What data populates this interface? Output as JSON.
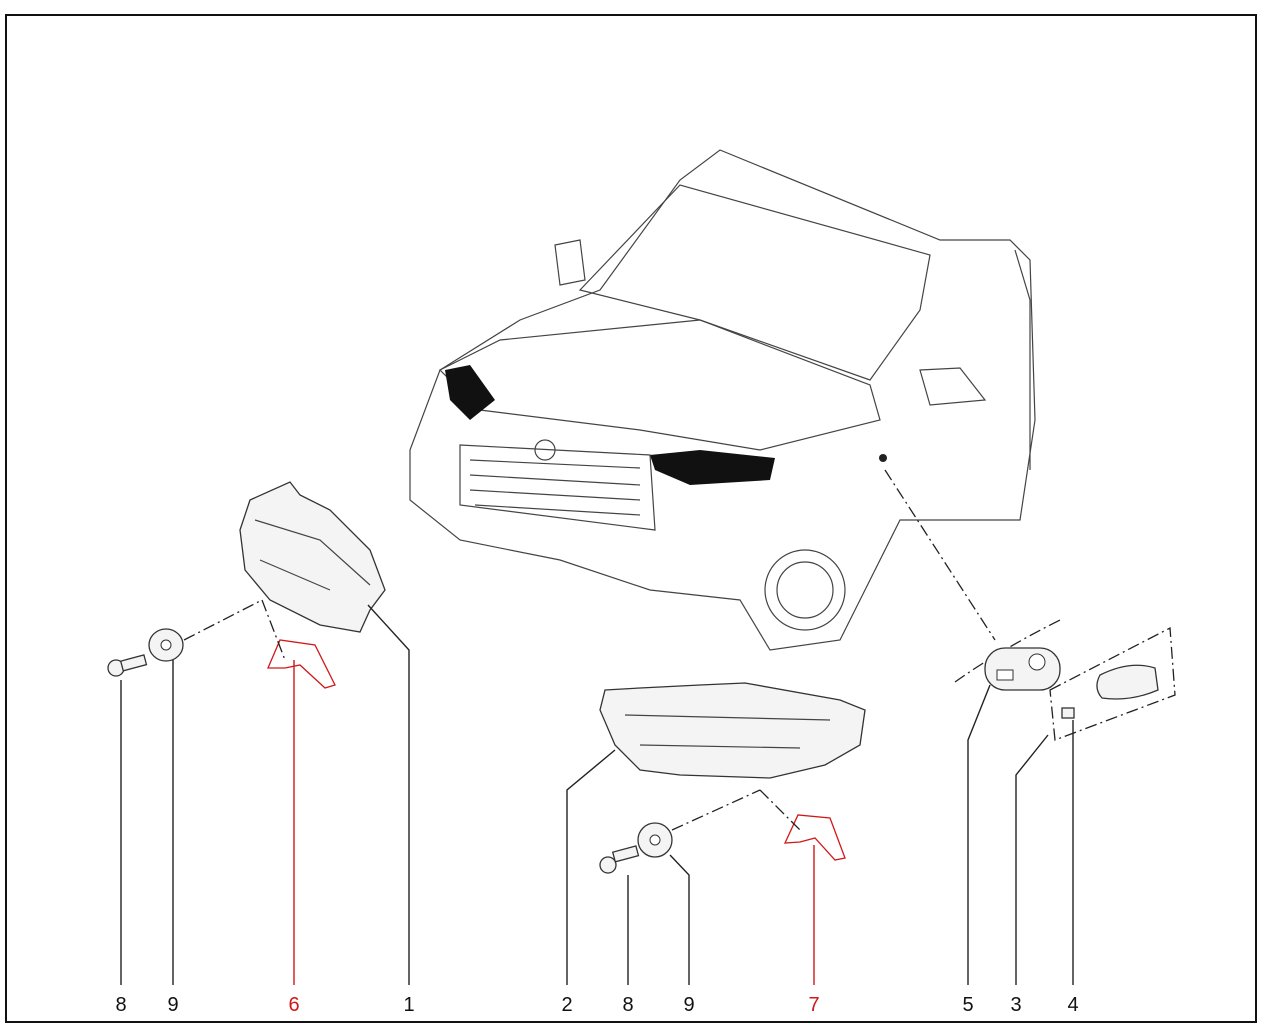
{
  "diagram": {
    "callouts": [
      {
        "id": "label-8-left",
        "text": "8",
        "highlight": false
      },
      {
        "id": "label-9-left",
        "text": "9",
        "highlight": false
      },
      {
        "id": "label-6",
        "text": "6",
        "highlight": true
      },
      {
        "id": "label-1",
        "text": "1",
        "highlight": false
      },
      {
        "id": "label-2",
        "text": "2",
        "highlight": false
      },
      {
        "id": "label-8-right",
        "text": "8",
        "highlight": false
      },
      {
        "id": "label-9-right",
        "text": "9",
        "highlight": false
      },
      {
        "id": "label-7",
        "text": "7",
        "highlight": true
      },
      {
        "id": "label-5",
        "text": "5",
        "highlight": false
      },
      {
        "id": "label-3",
        "text": "3",
        "highlight": false
      },
      {
        "id": "label-4",
        "text": "4",
        "highlight": false
      }
    ],
    "colors": {
      "highlight": "#d01818",
      "line": "#222222"
    }
  }
}
